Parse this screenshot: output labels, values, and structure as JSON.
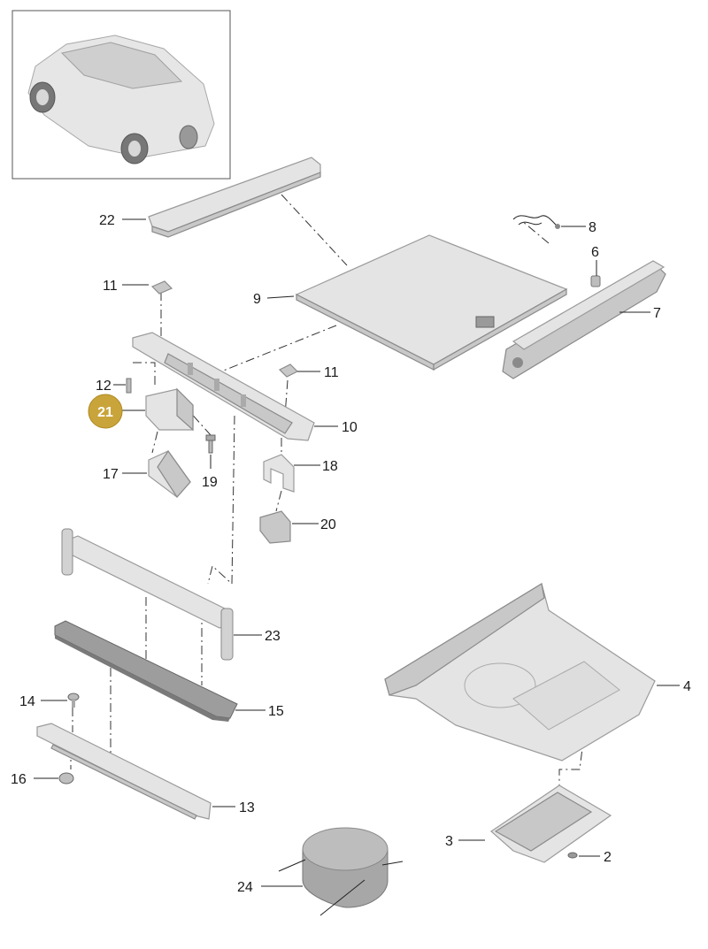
{
  "diagram": {
    "highlight_color": "#c9a43a",
    "highlight_text_color": "#ffffff",
    "callouts": [
      {
        "id": "c1",
        "label": "22"
      },
      {
        "id": "c2",
        "label": "8"
      },
      {
        "id": "c3",
        "label": "6"
      },
      {
        "id": "c4",
        "label": "11"
      },
      {
        "id": "c5",
        "label": "9"
      },
      {
        "id": "c6",
        "label": "7"
      },
      {
        "id": "c7",
        "label": "11"
      },
      {
        "id": "c8",
        "label": "12"
      },
      {
        "id": "c9",
        "label": "21",
        "highlighted": true
      },
      {
        "id": "c10",
        "label": "10"
      },
      {
        "id": "c11",
        "label": "18"
      },
      {
        "id": "c12",
        "label": "17"
      },
      {
        "id": "c13",
        "label": "19"
      },
      {
        "id": "c14",
        "label": "20"
      },
      {
        "id": "c15",
        "label": "23"
      },
      {
        "id": "c16",
        "label": "4"
      },
      {
        "id": "c17",
        "label": "14"
      },
      {
        "id": "c18",
        "label": "15"
      },
      {
        "id": "c19",
        "label": "16"
      },
      {
        "id": "c20",
        "label": "13"
      },
      {
        "id": "c21",
        "label": "3"
      },
      {
        "id": "c22",
        "label": "2"
      },
      {
        "id": "c23",
        "label": "24"
      }
    ]
  }
}
